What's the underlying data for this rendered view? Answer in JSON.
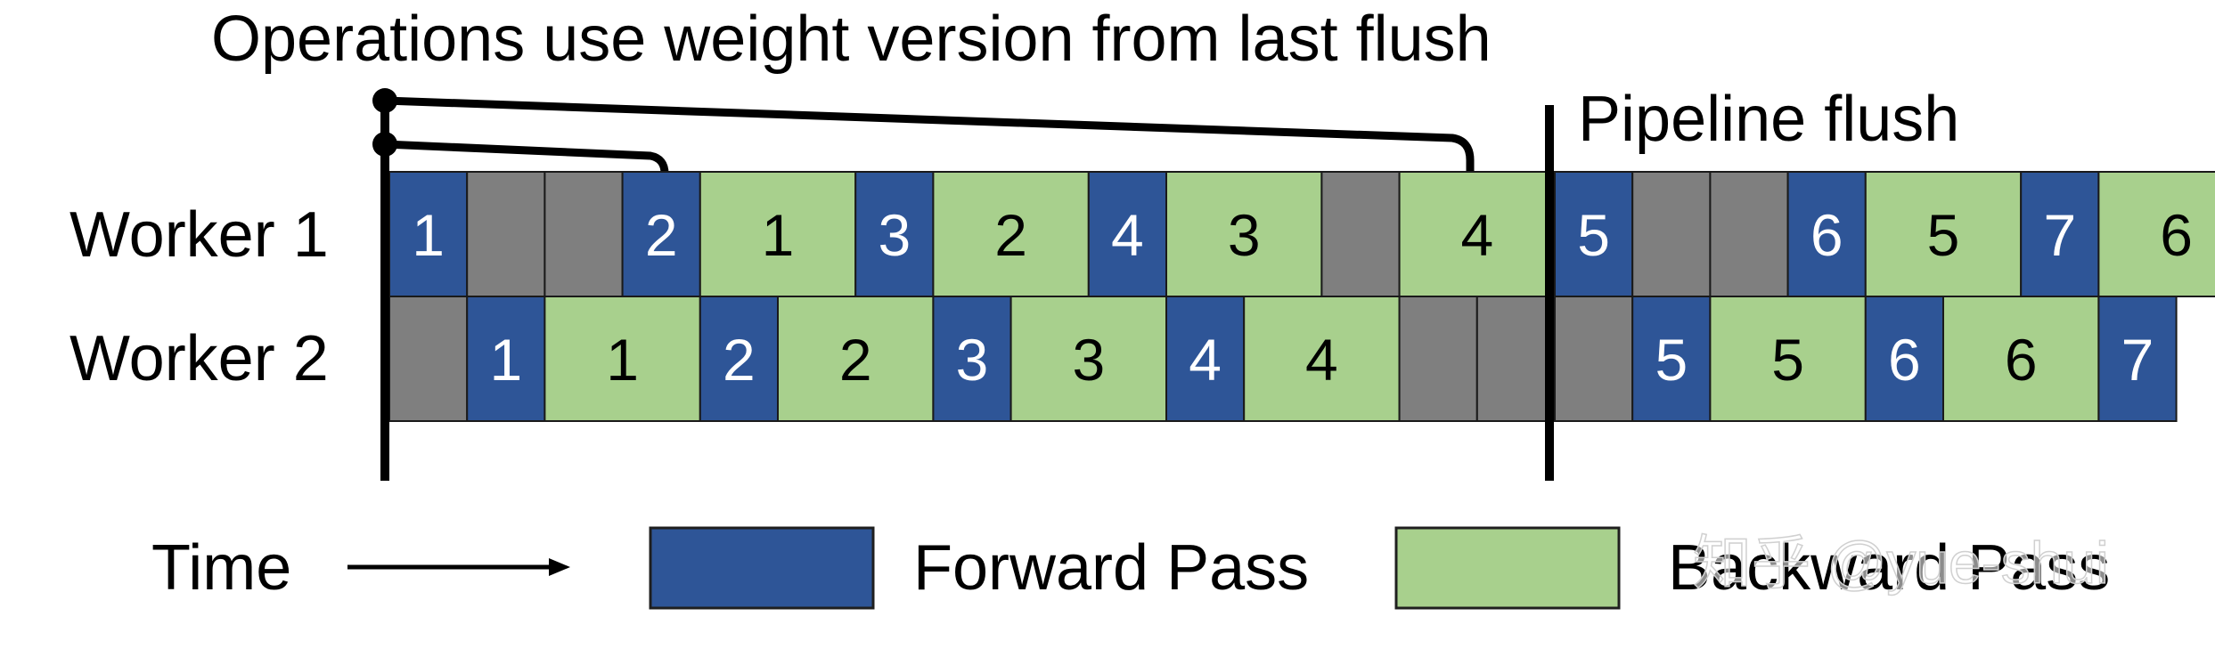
{
  "title": "Operations use weight version from last flush",
  "flush_label": "Pipeline flush",
  "workers": [
    {
      "label": "Worker 1",
      "slots": [
        {
          "t": "F",
          "n": "1"
        },
        {
          "t": "I",
          "n": ""
        },
        {
          "t": "I",
          "n": ""
        },
        {
          "t": "F",
          "n": "2"
        },
        {
          "t": "B",
          "n": "1"
        },
        {
          "t": "F",
          "n": "3"
        },
        {
          "t": "B",
          "n": "2"
        },
        {
          "t": "F",
          "n": "4"
        },
        {
          "t": "B",
          "n": "3"
        },
        {
          "t": "I",
          "n": ""
        },
        {
          "t": "B",
          "n": "4"
        },
        {
          "t": "F",
          "n": "5"
        },
        {
          "t": "I",
          "n": ""
        },
        {
          "t": "I",
          "n": ""
        },
        {
          "t": "F",
          "n": "6"
        },
        {
          "t": "B",
          "n": "5"
        },
        {
          "t": "F",
          "n": "7"
        },
        {
          "t": "B",
          "n": "6"
        }
      ]
    },
    {
      "label": "Worker 2",
      "slots": [
        {
          "t": "I",
          "n": ""
        },
        {
          "t": "F",
          "n": "1"
        },
        {
          "t": "B",
          "n": "1"
        },
        {
          "t": "F",
          "n": "2"
        },
        {
          "t": "B",
          "n": "2"
        },
        {
          "t": "F",
          "n": "3"
        },
        {
          "t": "B",
          "n": "3"
        },
        {
          "t": "F",
          "n": "4"
        },
        {
          "t": "B",
          "n": "4"
        },
        {
          "t": "I",
          "n": ""
        },
        {
          "t": "I",
          "n": ""
        },
        {
          "t": "I",
          "n": ""
        },
        {
          "t": "F",
          "n": "5"
        },
        {
          "t": "B",
          "n": "5"
        },
        {
          "t": "F",
          "n": "6"
        },
        {
          "t": "B",
          "n": "6"
        },
        {
          "t": "F",
          "n": "7"
        }
      ]
    }
  ],
  "legend": {
    "time_label": "Time",
    "forward_label": "Forward Pass",
    "backward_label": "Backward Pass"
  },
  "watermark": "知乎 @yue-shui",
  "colors": {
    "forward": "#2e5597",
    "backward": "#a8d08d",
    "idle": "#7f7f7f",
    "text_dark": "#000000",
    "text_light": "#ffffff"
  }
}
